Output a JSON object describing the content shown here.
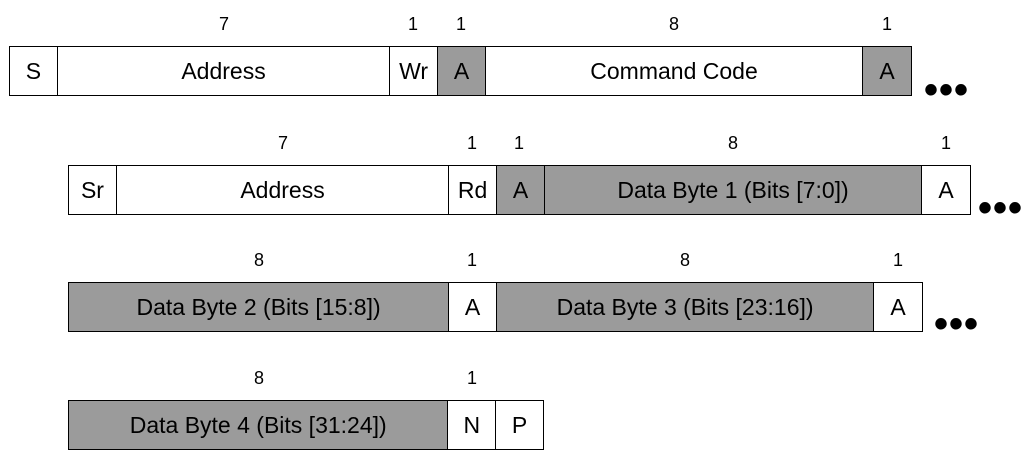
{
  "rows": [
    {
      "bit_counts": [
        "7",
        "1",
        "1",
        "8",
        "1"
      ],
      "fields": [
        "S",
        "Address",
        "Wr",
        "A",
        "Command Code",
        "A"
      ],
      "continuation": "•••"
    },
    {
      "bit_counts": [
        "7",
        "1",
        "1",
        "8",
        "1"
      ],
      "fields": [
        "Sr",
        "Address",
        "Rd",
        "A",
        "Data Byte 1 (Bits [7:0])",
        "A"
      ],
      "continuation": "•••"
    },
    {
      "bit_counts": [
        "8",
        "1",
        "8",
        "1"
      ],
      "fields": [
        "Data Byte 2 (Bits [15:8])",
        "A",
        "Data Byte 3 (Bits [23:16])",
        "A"
      ],
      "continuation": "•••"
    },
    {
      "bit_counts": [
        "8",
        "1"
      ],
      "fields": [
        "Data Byte 4 (Bits [31:24])",
        "N",
        "P"
      ]
    }
  ],
  "colors": {
    "master_fill": "#ffffff",
    "slave_fill": "#9b9b9b",
    "border": "#000000"
  }
}
